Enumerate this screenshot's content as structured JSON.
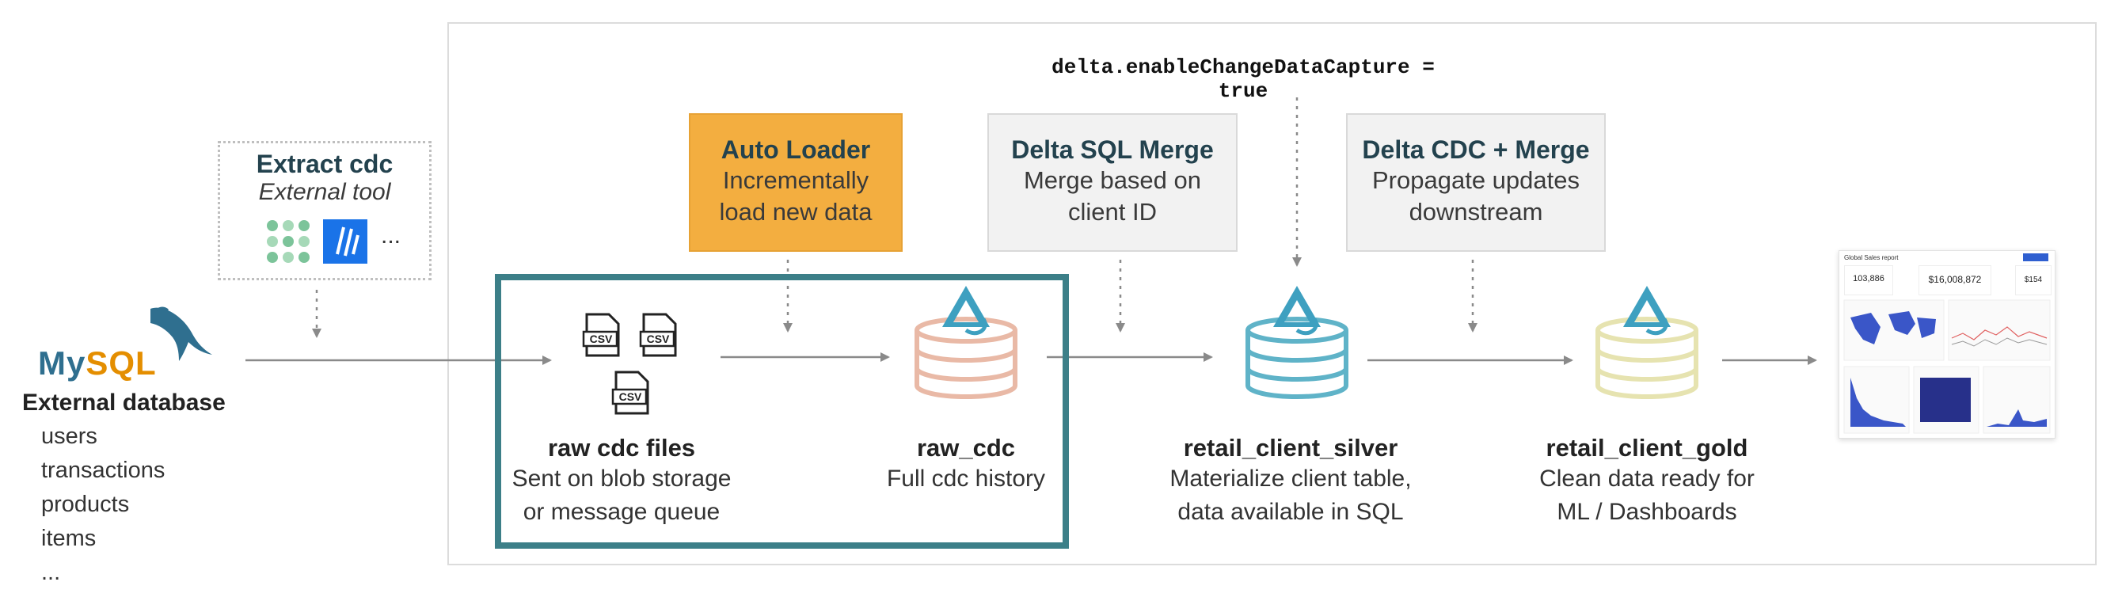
{
  "top_note": "delta.enableChangeDataCapture = true",
  "source": {
    "logo_text_my": "My",
    "logo_text_sql": "SQL",
    "label": "External database",
    "tables": [
      "users",
      "transactions",
      "products",
      "items",
      "..."
    ]
  },
  "extract": {
    "title": "Extract cdc",
    "subtitle": "External tool",
    "more": "..."
  },
  "steps": {
    "autoloader": {
      "title": "Auto Loader",
      "line1": "Incrementally",
      "line2": "load new data"
    },
    "sql_merge": {
      "title": "Delta SQL Merge",
      "line1": "Merge based on",
      "line2": "client ID"
    },
    "cdc_merge": {
      "title": "Delta CDC + Merge",
      "line1": "Propagate updates",
      "line2": "downstream"
    }
  },
  "nodes": {
    "raw_files": {
      "title": "raw cdc files",
      "line1": "Sent on blob storage",
      "line2": "or message queue",
      "file_badge": "CSV"
    },
    "raw_cdc": {
      "title": "raw_cdc",
      "line1": "Full cdc history",
      "color": "#e9b9a6"
    },
    "silver": {
      "title": "retail_client_silver",
      "line1": "Materialize client table,",
      "line2": "data available in SQL",
      "color": "#5fb3c8"
    },
    "gold": {
      "title": "retail_client_gold",
      "line1": "Clean data ready for",
      "line2": "ML / Dashboards",
      "color": "#e6e3b0"
    }
  },
  "dashboard": {
    "title": "Global Sales report",
    "kpi1": "103,886",
    "kpi2": "$16,008,872",
    "kpi3": "$154"
  },
  "colors": {
    "delta_mark": "#3ea0c0",
    "teal_frame": "#3c7f88",
    "autoloader_bg": "#f3ae40",
    "arrow": "#8a8a8a"
  }
}
